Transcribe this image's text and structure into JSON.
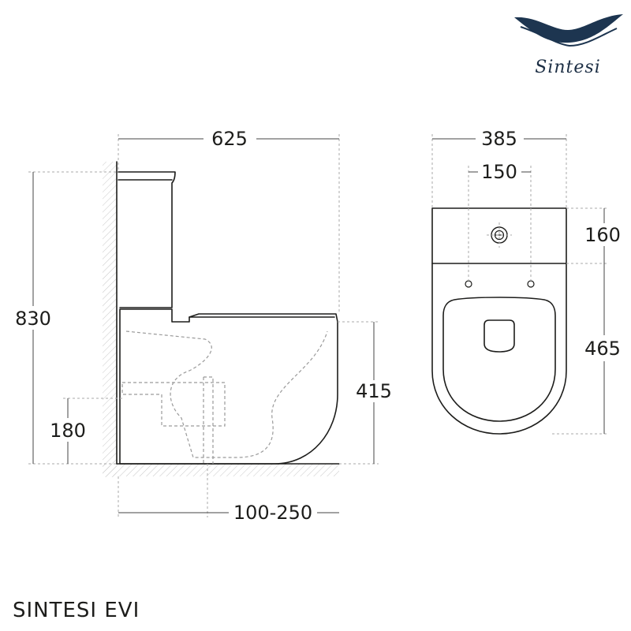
{
  "brand": {
    "name": "Sintesi",
    "logo_color": "#1d3550"
  },
  "product": {
    "model": "SINTESI EVI"
  },
  "side_view": {
    "total_length": "625",
    "total_height": "830",
    "seat_height": "415",
    "outlet_height": "180",
    "outlet_offset": "100-250"
  },
  "top_view": {
    "total_width": "385",
    "inlet_spacing": "150",
    "tank_depth": "160",
    "bowl_length": "465"
  }
}
